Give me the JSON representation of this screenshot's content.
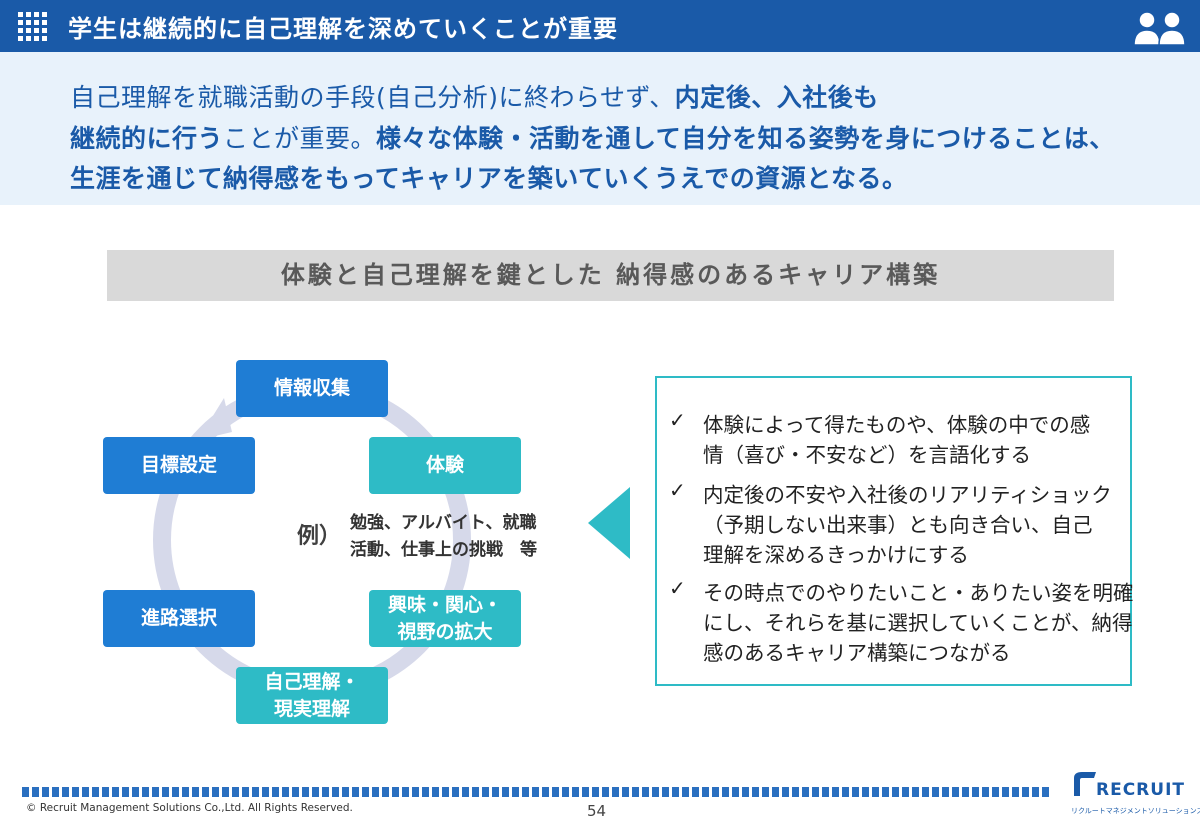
{
  "header": {
    "title": "学生は継続的に自己理解を深めていくことが重要",
    "menu_icon": "grid-icon",
    "people_icon": "people-icon",
    "background": "#1a5aa8"
  },
  "intro": {
    "line1": [
      {
        "text": "自己理解を就職活動の手段(自己分析)に終わらせず、",
        "bold": false
      },
      {
        "text": "内定後、入社後も",
        "bold": true
      }
    ],
    "line2": [
      {
        "text": "継続的に行う",
        "bold": true
      },
      {
        "text": "ことが重要。",
        "bold": false
      },
      {
        "text": "様々な体験・活動を通して自分を知る姿勢を身につけることは、",
        "bold": true
      }
    ],
    "line3": [
      {
        "text": "生涯を通じて納得感をもってキャリアを築いていくうえでの資源となる。",
        "bold": true
      }
    ]
  },
  "subtitle": "体験と自己理解を鍵とした 納得感のあるキャリア構築",
  "cycle": {
    "nodes": {
      "info": "情報収集",
      "experience": "体験",
      "interest_l1": "興味・関心・",
      "interest_l2": "視野の拡大",
      "self_l1": "自己理解・",
      "self_l2": "現実理解",
      "career": "進路選択",
      "goal": "目標設定"
    },
    "example_label": "例）",
    "example_line1": "勉強、アルバイト、就職",
    "example_line2": "活動、仕事上の挑戦　等"
  },
  "bullets": {
    "check": "✓",
    "b1_l1": "体験によって得たものや、体験の中での感",
    "b1_l2": "情（喜び・不安など）を言語化する",
    "b2_l1": "内定後の不安や入社後のリアリティショック",
    "b2_l2": "（予期しない出来事）とも向き合い、自己",
    "b2_l3": "理解を深めるきっかけにする",
    "b3_l1": "その時点でのやりたいこと・ありたい姿を明確",
    "b3_l2": "にし、それらを基に選択していくことが、納得",
    "b3_l3": "感のあるキャリア構築につながる"
  },
  "footer": {
    "copyright": "© Recruit Management Solutions Co.,Ltd. All Rights Reserved.",
    "page": "54",
    "logo_text": "RECRUIT",
    "logo_sub": "リクルートマネジメントソリューションズ"
  },
  "colors": {
    "primary_blue": "#1a5aa8",
    "node_blue": "#1f7dd4",
    "node_teal": "#2ebbc6",
    "ring": "#d6d9ea"
  }
}
